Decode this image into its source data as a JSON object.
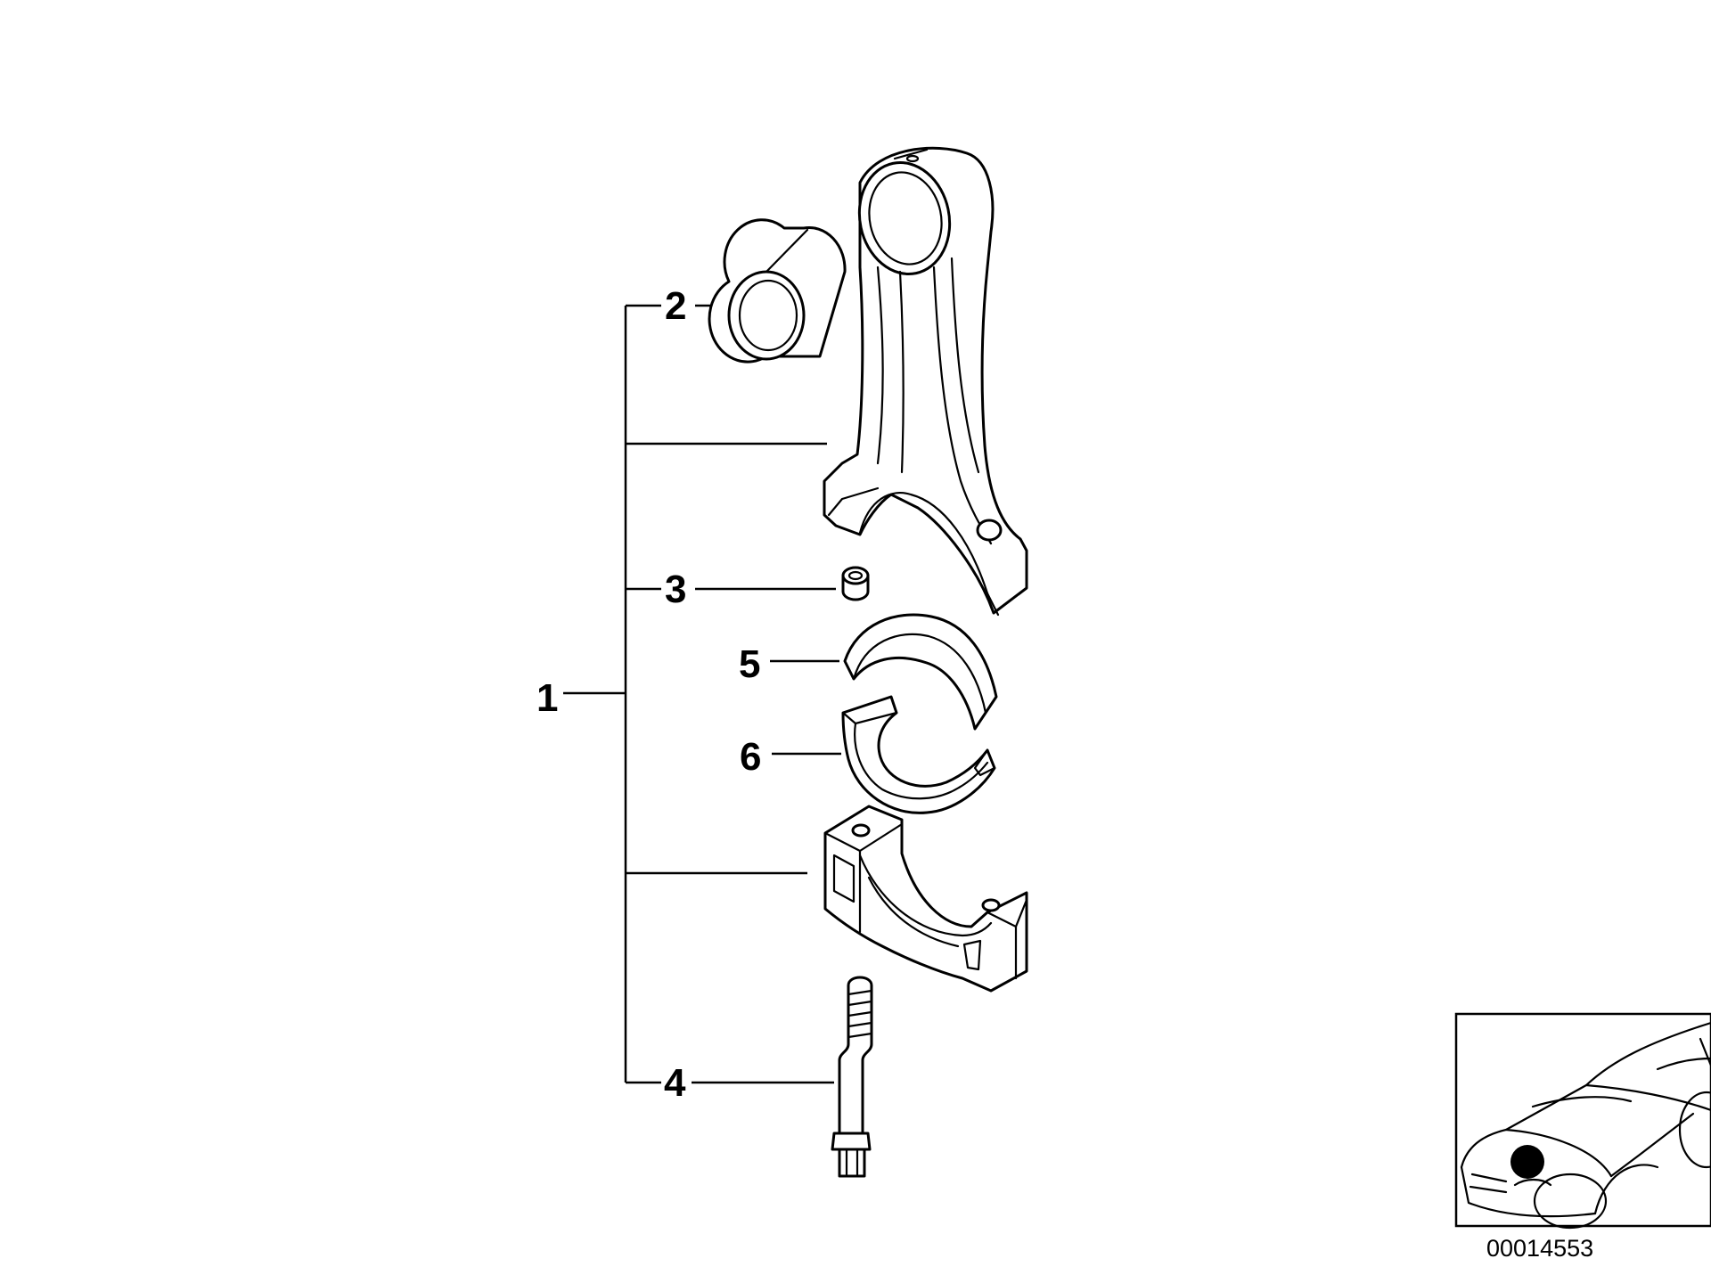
{
  "callouts": {
    "c1": "1",
    "c2": "2",
    "c3": "3",
    "c4": "4",
    "c5": "5",
    "c6": "6"
  },
  "document_number": "00014553",
  "locator": {
    "marker_color": "#000000"
  },
  "colors": {
    "line": "#000000",
    "background": "#ffffff"
  }
}
